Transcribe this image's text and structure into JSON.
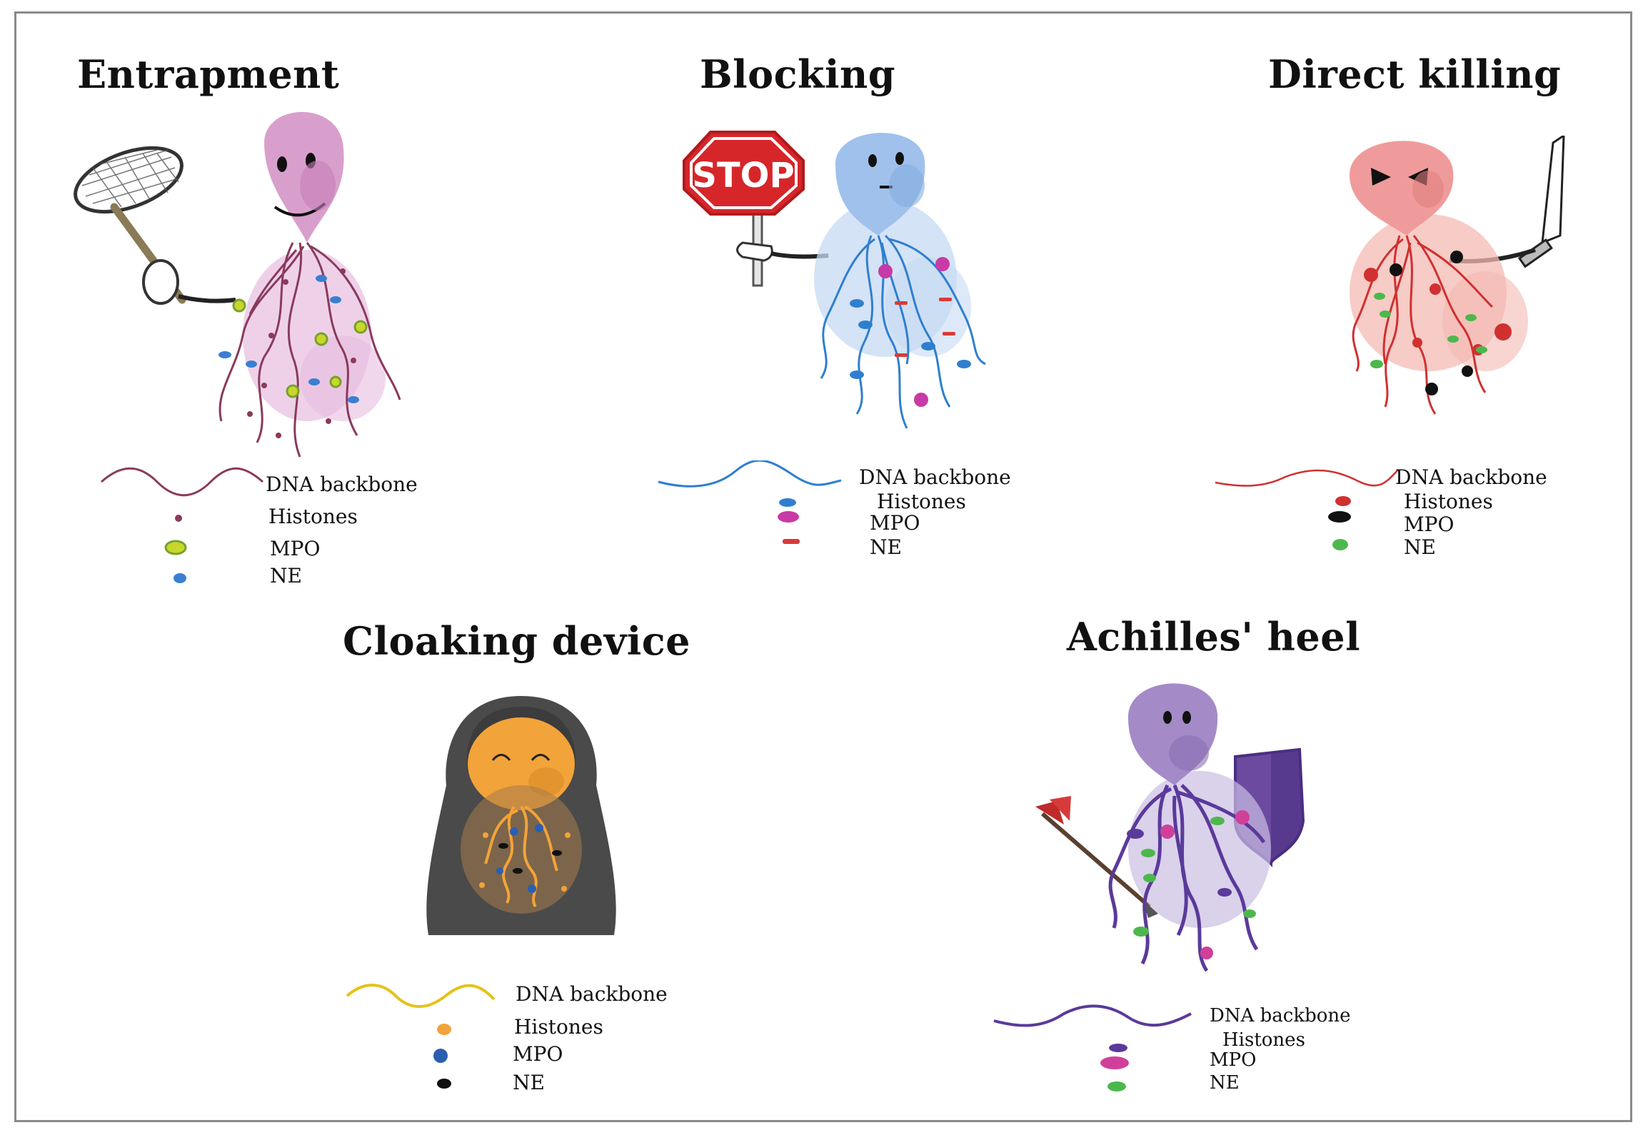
{
  "panels": [
    {
      "id": "entrapment",
      "title": "Entrapment",
      "color": "#d99fcc",
      "legend": {
        "dna": "DNA backbone",
        "histones": "Histones",
        "mpo": "MPO",
        "ne": "NE"
      },
      "legend_colors": {
        "dna": "#8a3a5c",
        "histones": "#8a3a5c",
        "mpo": "#9ac23a",
        "ne": "#3a7fd0"
      }
    },
    {
      "id": "blocking",
      "title": "Blocking",
      "color": "#9fc1ec",
      "sign_text": "STOP",
      "legend": {
        "dna": "DNA backbone",
        "histones": "Histones",
        "mpo": "MPO",
        "ne": "NE"
      },
      "legend_colors": {
        "dna": "#2f7fd0",
        "histones": "#2f7fd0",
        "mpo": "#c83aa6",
        "ne": "#d83a3a"
      }
    },
    {
      "id": "direct-killing",
      "title": "Direct killing",
      "color": "#f09b9b",
      "legend": {
        "dna": "DNA backbone",
        "histones": "Histones",
        "mpo": "MPO",
        "ne": "NE"
      },
      "legend_colors": {
        "dna": "#d03030",
        "histones": "#d03030",
        "mpo": "#111111",
        "ne": "#4cb84c"
      }
    },
    {
      "id": "cloaking-device",
      "title": "Cloaking device",
      "color": "#f2a33a",
      "legend": {
        "dna": "DNA backbone",
        "histones": "Histones",
        "mpo": "MPO",
        "ne": "NE"
      },
      "legend_colors": {
        "dna": "#e6c21a",
        "histones": "#f2a33a",
        "mpo": "#2a5fb0",
        "ne": "#111111"
      }
    },
    {
      "id": "achilles-heel",
      "title": "Achilles' heel",
      "color": "#a48bc8",
      "legend": {
        "dna": "DNA backbone",
        "histones": "Histones",
        "mpo": "MPO",
        "ne": "NE"
      },
      "legend_colors": {
        "dna": "#5a3a9a",
        "histones": "#5a3a9a",
        "mpo": "#d0409a",
        "ne": "#4cb84c"
      }
    }
  ]
}
